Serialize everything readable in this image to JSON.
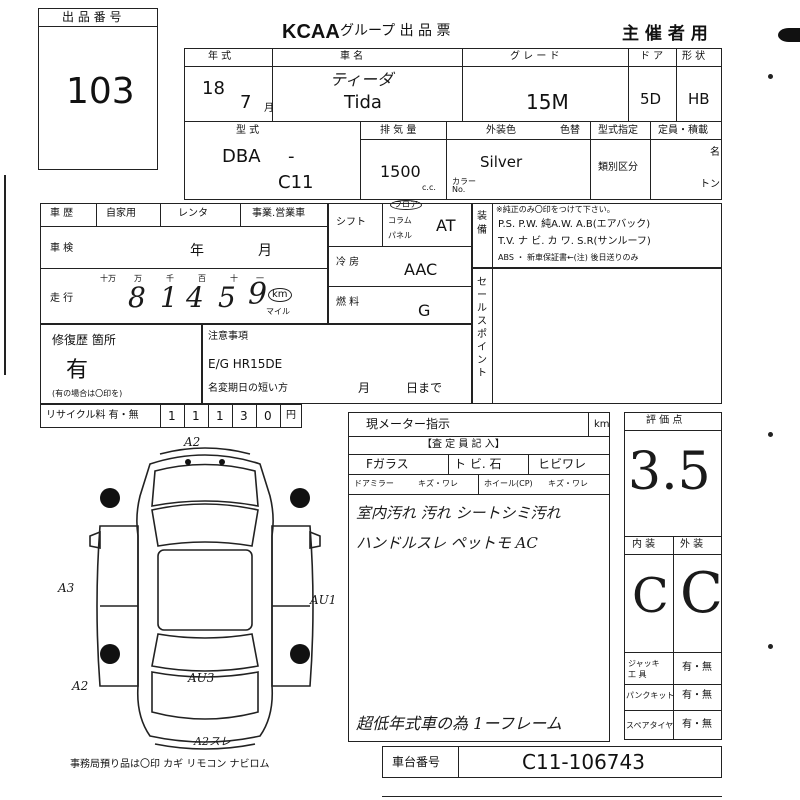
{
  "lot": {
    "label": "出 品 番 号",
    "number": "103"
  },
  "header": {
    "logo": "KCAA",
    "title": "グループ 出 品 票",
    "copy_label": "主 催 者 用"
  },
  "top": {
    "year_label": "年 式",
    "year": "18",
    "month": "7",
    "month_unit": "月",
    "car_name_label": "車 名",
    "car_name_kana": "ティーダ",
    "car_name": "Tida",
    "grade_label": "グ レ ー ド",
    "grade": "15M",
    "door_label": "ド ア",
    "door": "5D",
    "shape_label": "形 状",
    "shape": "HB"
  },
  "second": {
    "model_label": "型 式",
    "model_prefix": "DBA",
    "model_dash": "-",
    "model_code": "C11",
    "displacement_label": "排 気 量",
    "displacement": "1500",
    "cc_unit": "c.c.",
    "exterior_label": "外装色",
    "color_no_label": "色替",
    "exterior_color": "Silver",
    "color_code_label": "カラー No.",
    "type_designation_label": "型式指定",
    "category_label": "類別区分",
    "capacity_label": "定員・積載",
    "capacity_unit": "名",
    "load_unit": "トン"
  },
  "history": {
    "vehicle_history_label": "車 歴",
    "private_label": "自家用",
    "rental_label": "レンタ",
    "business_label": "事業.営業車",
    "inspection_label": "車 検",
    "year_unit": "年",
    "month_unit": "月",
    "mileage_label": "走 行",
    "digit_labels": [
      "十万",
      "万",
      "千",
      "百",
      "十",
      "一"
    ],
    "mileage_digits": [
      "8",
      "1",
      "4",
      "5",
      "9"
    ],
    "km_label": "km",
    "mile_label": "マイル"
  },
  "specs": {
    "shift_label": "シフト",
    "shift_options": [
      "フロア",
      "コラム",
      "パネル"
    ],
    "shift_value": "AT",
    "aircon_label": "冷 房",
    "aircon_value": "AAC",
    "fuel_label": "燃 料",
    "fuel_value": "G"
  },
  "equipment": {
    "label": "装 備",
    "note": "※純正のみ〇印をつけて下さい。",
    "line1": "P.S. P.W. 純A.W. A.B(エアバック)",
    "line2": "T.V. ナ ビ. カ ワ. S.R(サンルーフ)",
    "line3": "ABS ・ 新車保証書←(注) 後日送りのみ"
  },
  "sales_point_label": "セールスポイント",
  "repair": {
    "label": "修復歴 箇所",
    "value": "有",
    "note": "(有の場合は〇印を)"
  },
  "notes": {
    "label": "注意事項",
    "engine": "E/G HR15DE",
    "name_change_label": "名変期日の短い方",
    "month_unit": "月",
    "day_unit": "日まで"
  },
  "recycle": {
    "label": "リサイクル料 有・無",
    "digits": [
      "1",
      "1",
      "1",
      "3",
      "0"
    ],
    "yen": "円"
  },
  "meter": {
    "label": "現メーター指示",
    "unit": "km"
  },
  "inspector": {
    "label": "【査 定 員 記 入】",
    "glass_label": "Fガラス",
    "glass_value": "ト ビ. 石",
    "glass_extra": "ヒビワレ",
    "mirror_label": "ドアミラー",
    "mirror_value": "キズ・ワレ",
    "wheel_label": "ホイール(CP)",
    "wheel_value": "キズ・ワレ",
    "comment_line1": "室内汚れ 汚れ シートシミ汚れ",
    "comment_line2": "ハンドルスレ ペットモ AC",
    "comment_line3": "超低年式車の為 1ーフレーム"
  },
  "grades": {
    "score_label": "評 価 点",
    "score": "3.5",
    "interior_label": "内 装",
    "exterior_label": "外 装",
    "interior": "C",
    "exterior": "C"
  },
  "accessories": {
    "jack_label": "ジャッキ 工 具",
    "jack_value": "有・無",
    "puncture_label": "パンクキット",
    "puncture_value": "有・無",
    "spare_label": "スペアタイヤ",
    "spare_value": "有・無"
  },
  "chassis": {
    "label": "車台番号",
    "value": "C11-106743"
  },
  "diagram": {
    "marks": [
      "A2",
      "A3",
      "AU1",
      "A2",
      "AU3",
      "A2スレ"
    ]
  },
  "office_note": "事務局預り品は〇印 カギ リモコン ナビロム"
}
